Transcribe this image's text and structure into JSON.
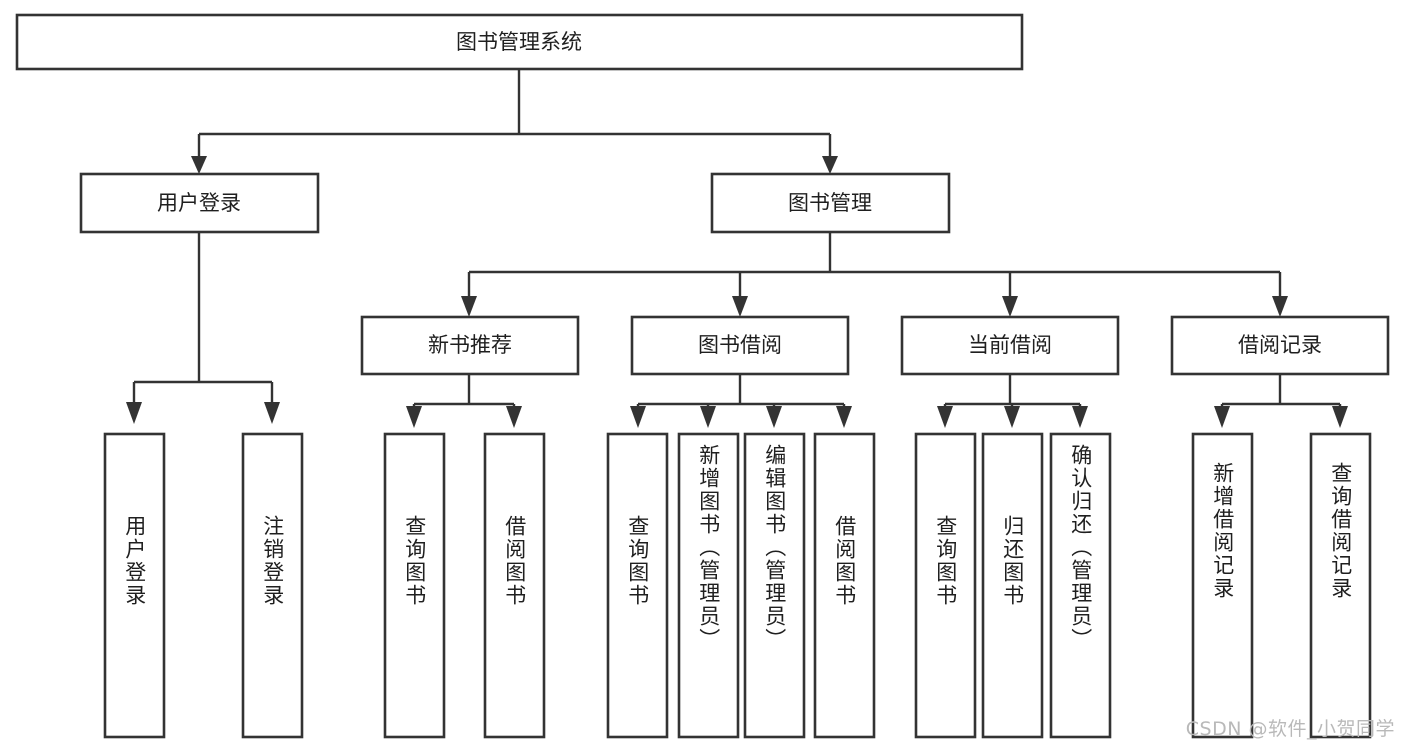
{
  "diagram": {
    "title": "图书管理系统",
    "type": "tree-hierarchy-diagram",
    "orientation": "top-down",
    "colors": {
      "box_stroke": "#333333",
      "box_fill": "#ffffff",
      "text": "#1f1f1f",
      "background": "#ffffff",
      "watermark": "#b9b9b9"
    },
    "root": {
      "label": "图书管理系统"
    },
    "level2": [
      {
        "label": "用户登录"
      },
      {
        "label": "图书管理"
      }
    ],
    "level3": [
      {
        "label": "新书推荐"
      },
      {
        "label": "图书借阅"
      },
      {
        "label": "当前借阅"
      },
      {
        "label": "借阅记录"
      }
    ],
    "leaves": {
      "user_login": [
        {
          "label": "用户登录"
        },
        {
          "label": "注销登录"
        }
      ],
      "new_book_recommend": [
        {
          "label": "查询图书"
        },
        {
          "label": "借阅图书"
        }
      ],
      "book_borrow": [
        {
          "label": "查询图书"
        },
        {
          "label": "新增图书（管理员）"
        },
        {
          "label": "编辑图书（管理员）"
        },
        {
          "label": "借阅图书"
        }
      ],
      "current_borrow": [
        {
          "label": "查询图书"
        },
        {
          "label": "归还图书"
        },
        {
          "label": "确认归还（管理员）"
        }
      ],
      "borrow_record": [
        {
          "label": "新增借阅记录"
        },
        {
          "label": "查询借阅记录"
        }
      ]
    }
  },
  "watermark": {
    "text": "CSDN @软件_小贺同学"
  }
}
